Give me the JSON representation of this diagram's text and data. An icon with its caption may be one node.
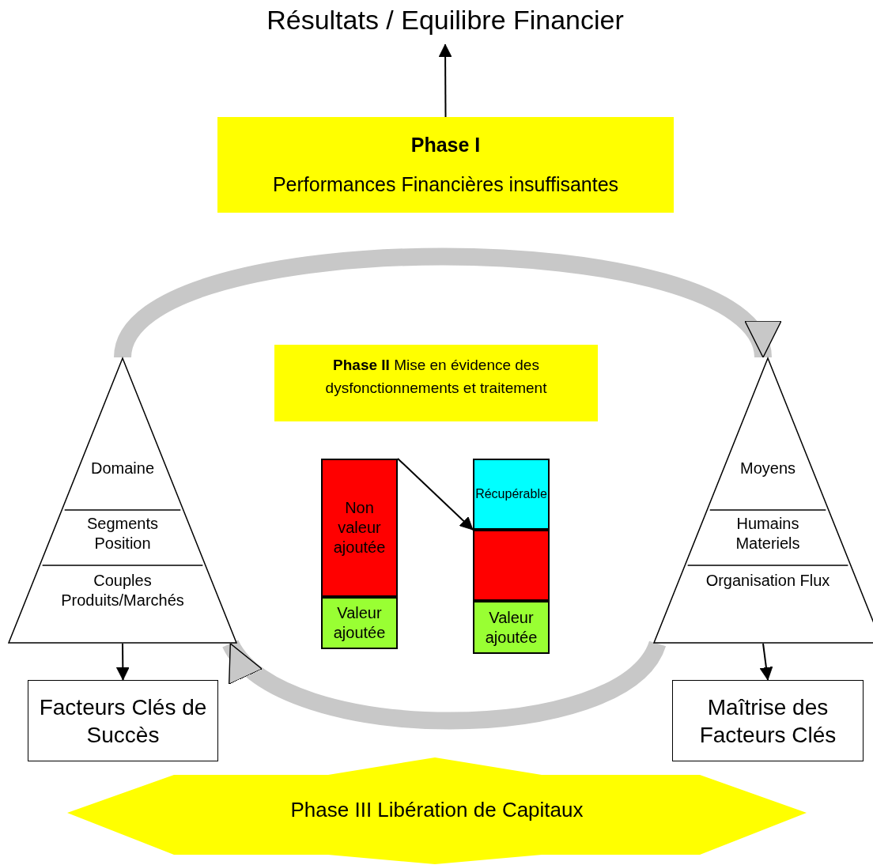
{
  "diagram": {
    "nodes": [
      {
        "text": [
          "Résultats / Equilibre Financier"
        ]
      },
      {
        "text": [
          "Phase I",
          "Performances Financières insuffisantes"
        ]
      },
      {
        "text": [
          "**Phase II**  Mise en évidence des dysfonctionnements et traitement"
        ]
      },
      {
        "text": [
          "Domaine",
          "Segments Position",
          "Couples Produits/Marchés"
        ]
      },
      {
        "text": [
          "Moyens",
          "Humains Materiels",
          "Organisation Flux"
        ]
      },
      {
        "text": [
          "Facteurs Clés de Succès"
        ]
      },
      {
        "text": [
          "Maîtrise des Facteurs Clés"
        ]
      },
      {
        "text": [
          "Phase III   Libération de Capitaux"
        ]
      },
      {
        "text": [
          "Non valeur ajoutée"
        ]
      },
      {
        "text": [
          "Valeur ajoutée"
        ]
      },
      {
        "text": [
          "Récupérable"
        ]
      },
      {
        "text": [],
        "shape": "bar"
      },
      {
        "text": [
          "Valeur ajoutée"
        ]
      }
    ],
    "edges": [
      {
        "from": 1,
        "to": 0,
        "arrow": "to"
      },
      {
        "from": 3,
        "to": 4,
        "arrow": "to",
        "style": "thick",
        "color": "#c8c8c8"
      },
      {
        "from": 8,
        "to": 11,
        "arrow": "to"
      },
      {
        "from": 4,
        "to": 3,
        "arrow": "to",
        "style": "thick",
        "color": "#c8c8c8"
      },
      {
        "from": 3,
        "to": 5,
        "arrow": "to"
      },
      {
        "from": 4,
        "to": 6,
        "arrow": "to"
      }
    ]
  }
}
